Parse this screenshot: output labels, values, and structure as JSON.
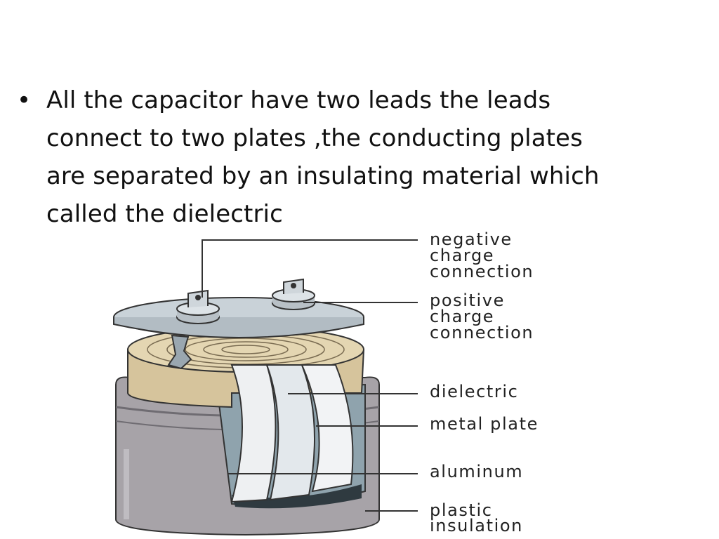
{
  "slide": {
    "bullet_symbol": "•",
    "lines": [
      "All the capacitor have two leads the leads",
      "connect to two plates ,the conducting plates",
      "are separated by an insulating material which",
      "called the dielectric"
    ]
  },
  "diagram": {
    "labels": {
      "negative": [
        "negative",
        "charge",
        "connection"
      ],
      "positive": [
        "positive",
        "charge",
        "connection"
      ],
      "dielectric": "dielectric",
      "metal_plate": "metal plate",
      "aluminum": "aluminum",
      "plastic": [
        "plastic",
        "insulation"
      ]
    },
    "colors": {
      "lid": "#c9d2d8",
      "outer_can": "#a7a3a8",
      "aluminum": "#8fa3ad",
      "dielectric": "#d6c49c",
      "metal_plate": "#eef0f2",
      "leader_line": "#333333"
    }
  }
}
